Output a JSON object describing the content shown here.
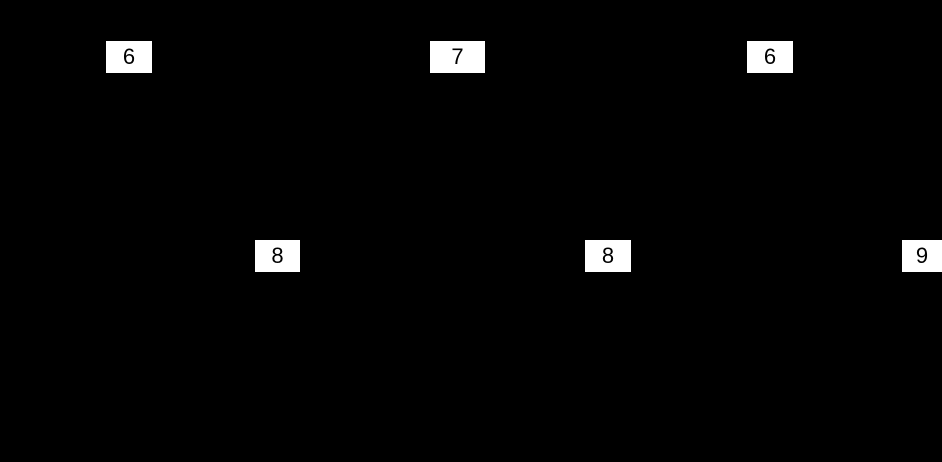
{
  "diagram": {
    "background": "#000000",
    "label_fill": "#ffffff",
    "nodes": [
      {
        "id": "n1",
        "label": "6"
      },
      {
        "id": "n2",
        "label": "7"
      },
      {
        "id": "n3",
        "label": "6"
      },
      {
        "id": "n4",
        "label": "8"
      },
      {
        "id": "n5",
        "label": "8"
      },
      {
        "id": "n6",
        "label": "9"
      }
    ]
  }
}
